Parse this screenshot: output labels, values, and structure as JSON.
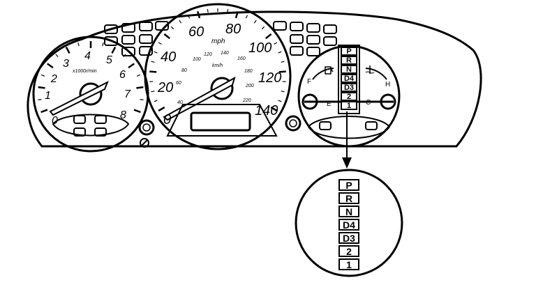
{
  "tachometer": {
    "unit": "x1000r/min",
    "ticks": [
      "0",
      "1",
      "2",
      "3",
      "4",
      "5",
      "6",
      "7",
      "8"
    ]
  },
  "speedometer": {
    "unit": "mph",
    "unit_secondary": "km/h",
    "mph_ticks": [
      "0",
      "20",
      "40",
      "60",
      "80",
      "100",
      "120",
      "140"
    ],
    "kmh_ticks": [
      "40",
      "60",
      "80",
      "100",
      "120",
      "140",
      "160",
      "180",
      "200",
      "220"
    ]
  },
  "fuel_gauge": {
    "full_label": "F",
    "empty_label": "E"
  },
  "temp_gauge": {
    "hot_label": "H",
    "cold_label": "C"
  },
  "gear_indicator": [
    "P",
    "R",
    "N",
    "D4",
    "D3",
    "2",
    "1"
  ],
  "gear_indicator_enlarged": [
    "P",
    "R",
    "N",
    "D4",
    "D3",
    "2",
    "1"
  ]
}
